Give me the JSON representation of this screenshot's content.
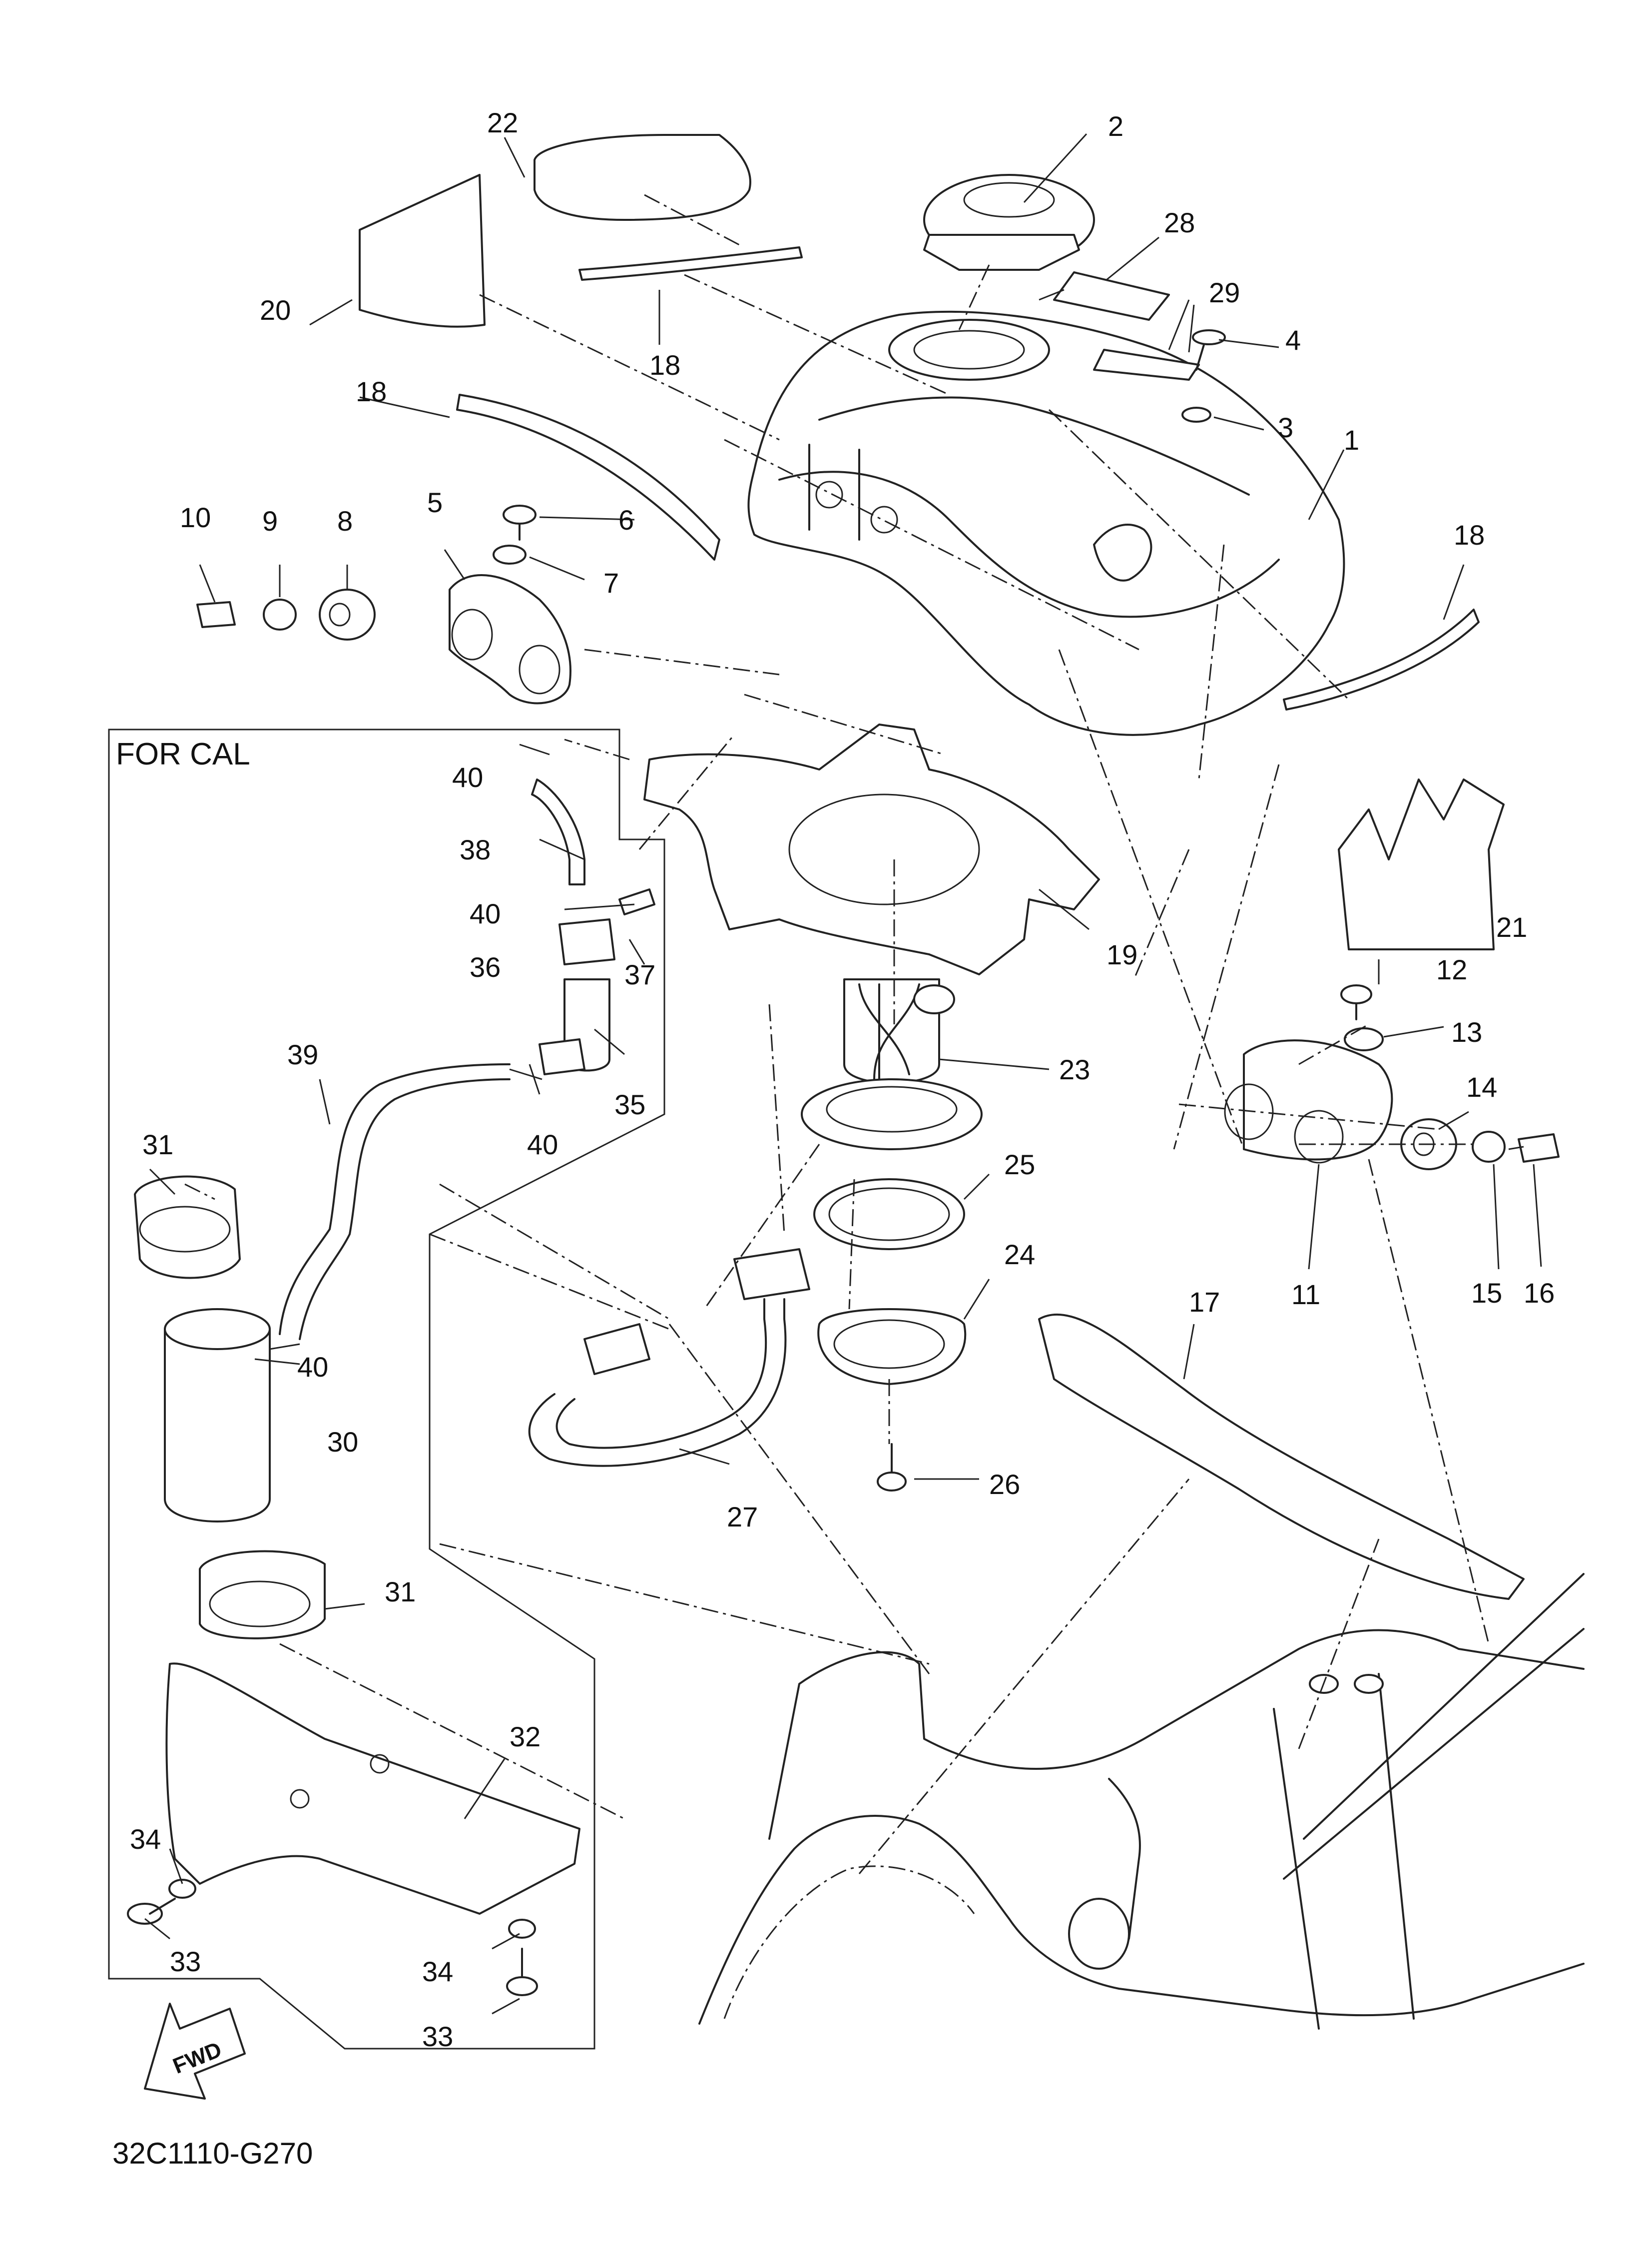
{
  "callouts": {
    "c1": "1",
    "c2": "2",
    "c3": "3",
    "c4": "4",
    "c5": "5",
    "c6": "6",
    "c7": "7",
    "c8": "8",
    "c9": "9",
    "c10": "10",
    "c11": "11",
    "c12": "12",
    "c13": "13",
    "c14": "14",
    "c15": "15",
    "c16": "16",
    "c17": "17",
    "c18a": "18",
    "c18b": "18",
    "c18c": "18",
    "c19": "19",
    "c20": "20",
    "c21": "21",
    "c22": "22",
    "c23": "23",
    "c24": "24",
    "c25": "25",
    "c26": "26",
    "c27": "27",
    "c28": "28",
    "c29": "29",
    "c30": "30",
    "c31a": "31",
    "c31b": "31",
    "c32": "32",
    "c33a": "33",
    "c33b": "33",
    "c34a": "34",
    "c34b": "34",
    "c35": "35",
    "c36": "36",
    "c37": "37",
    "c38": "38",
    "c39": "39",
    "c40a": "40",
    "c40b": "40",
    "c40c": "40",
    "c40d": "40"
  },
  "inset_label": "FOR CAL",
  "direction_label": "FWD",
  "diagram_code": "32C1110-G270"
}
